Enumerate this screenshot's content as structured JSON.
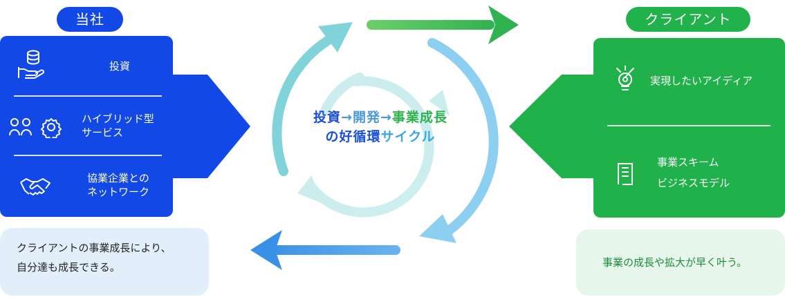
{
  "left": {
    "title": "当社",
    "items": [
      {
        "icon": "coins-hand-icon",
        "label": "投資"
      },
      {
        "icon": "people-gear-icon",
        "label_line1": "ハイブリッド型",
        "label_line2": "サービス"
      },
      {
        "icon": "handshake-icon",
        "label_line1": "協業企業との",
        "label_line2": "ネットワーク"
      }
    ],
    "callout_line1": "クライアントの事業成長により、",
    "callout_line2": "自分達も成長できる。"
  },
  "right": {
    "title": "クライアント",
    "items": [
      {
        "icon": "lightbulb-icon",
        "label": "実現したいアイディア"
      },
      {
        "icon": "document-icon",
        "label_line1": "事業スキーム",
        "label_line2": "ビジネスモデル"
      }
    ],
    "callout": "事業の成長や拡大が早く叶う。"
  },
  "center": {
    "line1_part1": "投資",
    "arrow1": "→",
    "line1_part2": "開発",
    "arrow2": "→",
    "line1_part3": "事業成長",
    "line2_part1": "の好循環",
    "line2_part2": "サイクル"
  },
  "colors": {
    "blue": "#1248e6",
    "green": "#20b14b",
    "teal": "#7fd3d9",
    "sky": "#8ccff0",
    "arrow_blue": "#4a9be8"
  }
}
